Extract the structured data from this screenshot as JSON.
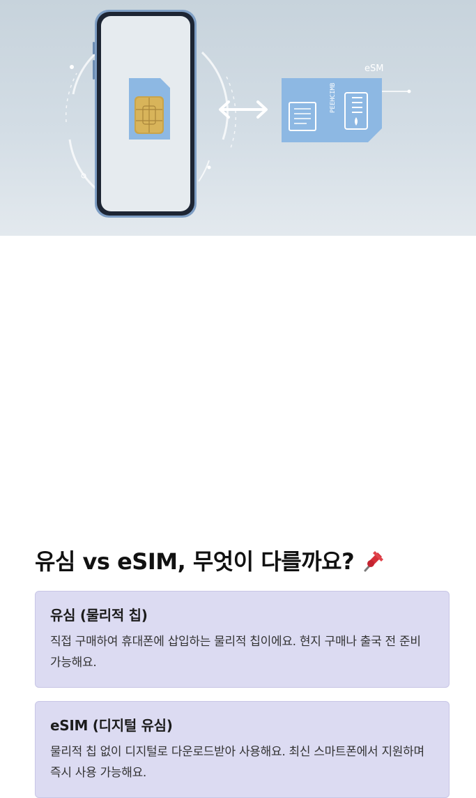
{
  "hero": {
    "esim_label": "eSM",
    "card_text": "PEEHCIMB"
  },
  "heading": {
    "title": "유심 vs eSIM, 무엇이 다를까요?",
    "emoji_icon": "pushpin-icon"
  },
  "cards": [
    {
      "title": "유심 (물리적 칩)",
      "description": "직접 구매하여 휴대폰에 삽입하는 물리적 칩이에요. 현지 구매나 출국 전 준비 가능해요."
    },
    {
      "title": "eSIM (디지털 유심)",
      "description": "물리적 칩 없이 디지털로 다운로드받아 사용해요. 최신 스마트폰에서 지원하며 즉시 사용 가능해요."
    }
  ],
  "colors": {
    "card_background": "#dcdbf2",
    "card_border": "#c8c6e6",
    "sim_blue": "#8db8e3"
  }
}
